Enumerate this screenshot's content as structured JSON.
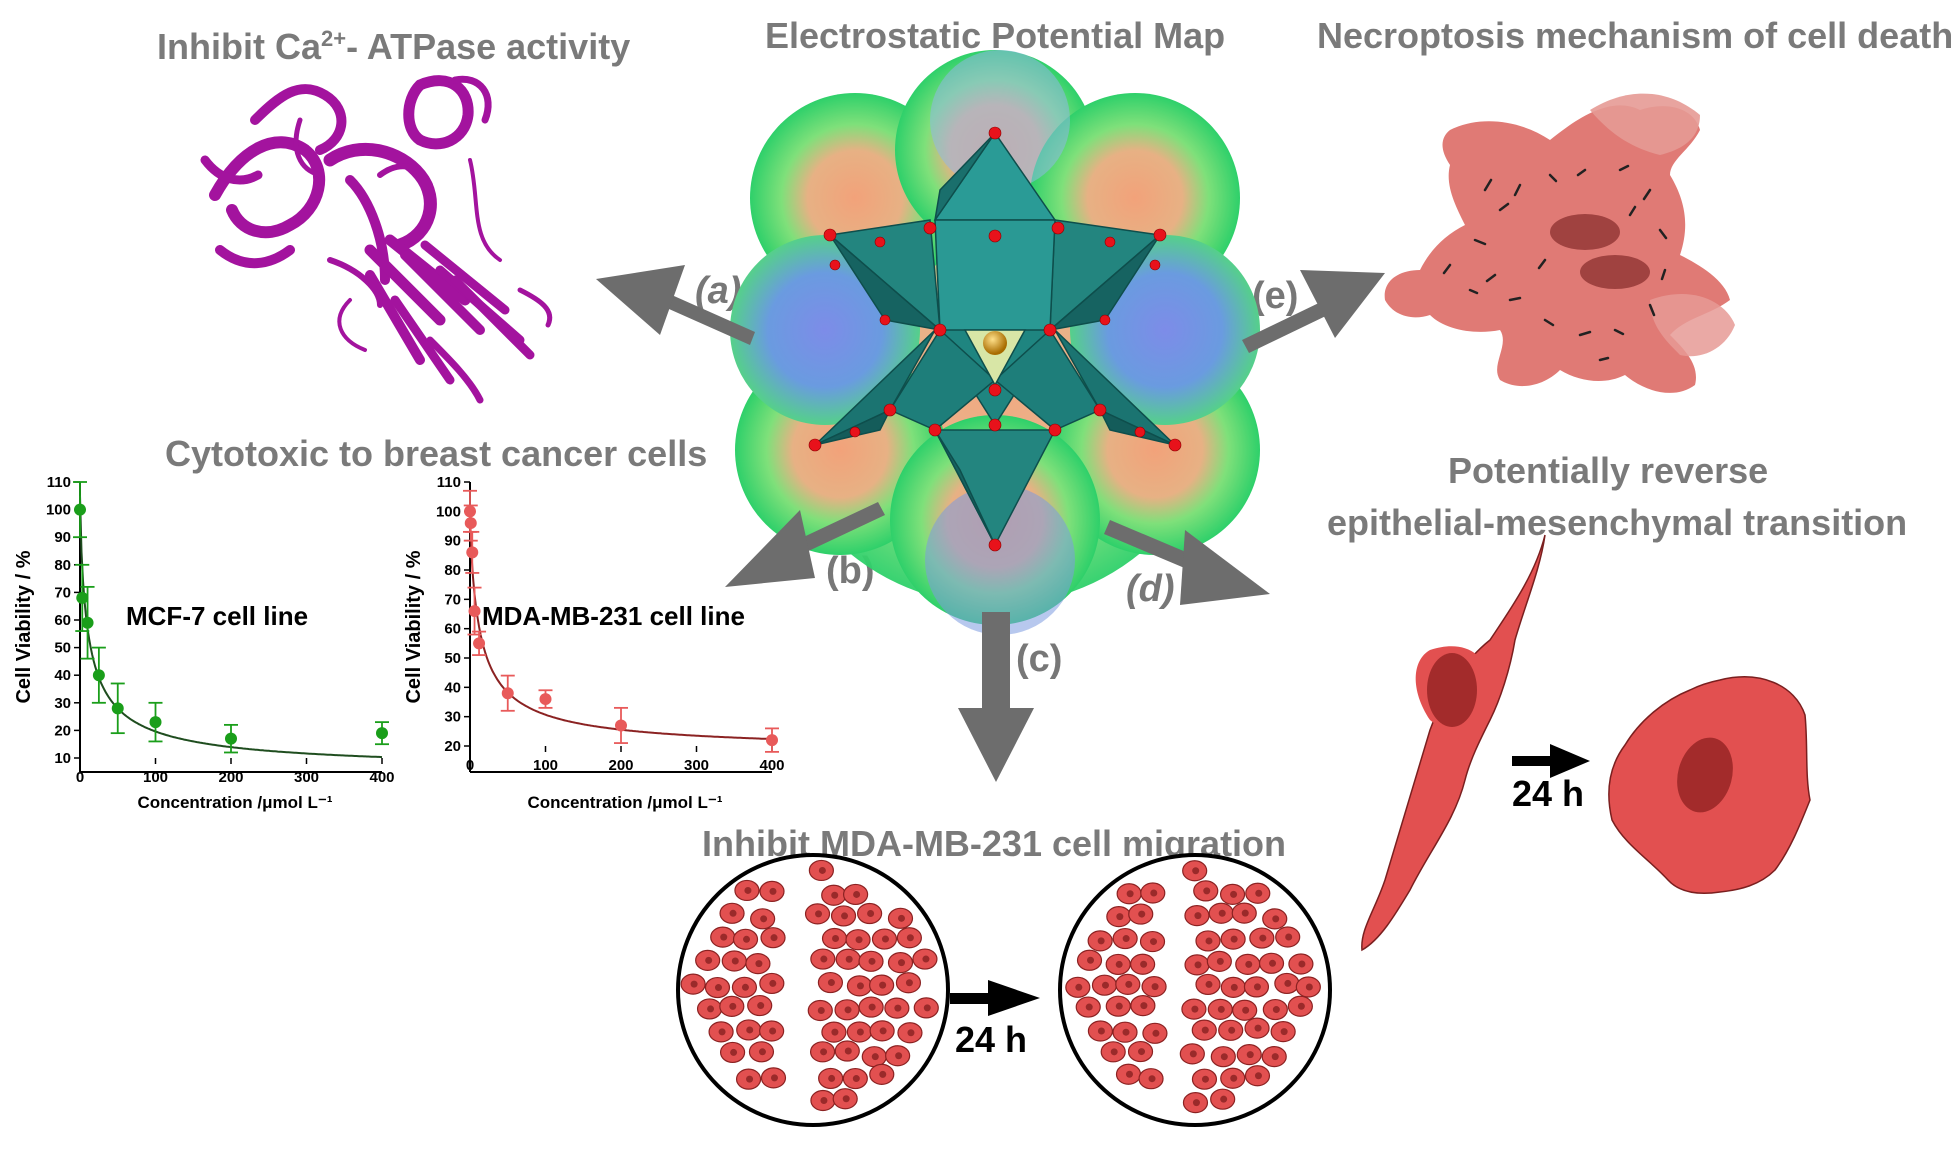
{
  "titles": {
    "center": "Electrostatic Potential Map",
    "top_left_main": "Inhibit Ca",
    "top_left_sup": "2+",
    "top_left_rest": "- ATPase activity",
    "top_right": "Necroptosis mechanism of cell death",
    "mid_left": "Cytotoxic to breast cancer cells",
    "right_line1": "Potentially reverse",
    "right_line2": "epithelial-mesenchymal transition",
    "bottom": "Inhibit MDA-MB-231 cell migration"
  },
  "arrow_labels": {
    "a": "(a)",
    "b": "(b)",
    "c": "(c)",
    "d": "(d)",
    "e": "(e)"
  },
  "time_labels": {
    "migration": "24 h",
    "emt": "24 h"
  },
  "colors": {
    "arrow": "#6d6d6d",
    "protein": "#a3139e",
    "polyhedra": "#1e8a86",
    "oxygen": "#e8121b",
    "central_atom": "#c8900e",
    "cell": "#e25050",
    "nucleus": "#a32b2b",
    "necro_cell": "#e07a75",
    "mcf7": "#1a9e1a",
    "mcf7_curve": "#1f4d1f",
    "mda": "#e85a5a",
    "mda_curve": "#8b2222"
  },
  "chart_data": [
    {
      "type": "scatter",
      "title": "MCF-7 cell line",
      "xlabel": "Concentration /μmol L⁻¹",
      "ylabel": "Cell Viability / %",
      "xlim": [
        0,
        400
      ],
      "ylim": [
        10,
        110
      ],
      "xticks": [
        "0",
        "100",
        "200",
        "300",
        "400"
      ],
      "yticks": [
        "10",
        "20",
        "30",
        "40",
        "50",
        "60",
        "70",
        "80",
        "90",
        "100",
        "110"
      ],
      "grid": false,
      "series": [
        {
          "x": [
            0,
            3,
            10,
            25,
            50,
            100,
            200,
            400
          ],
          "y": [
            100,
            68,
            59,
            40,
            28,
            23,
            17,
            19
          ],
          "error": [
            10,
            12,
            13,
            10,
            9,
            7,
            5,
            4
          ]
        }
      ]
    },
    {
      "type": "scatter",
      "title": "MDA-MB-231 cell line",
      "xlabel": "Concentration /μmol L⁻¹",
      "ylabel": "Cell Viability / %",
      "xlim": [
        0,
        400
      ],
      "ylim": [
        15,
        110
      ],
      "xticks": [
        "0",
        "100",
        "200",
        "300",
        "400"
      ],
      "yticks": [
        "20",
        "30",
        "40",
        "50",
        "60",
        "70",
        "80",
        "90",
        "100",
        "110"
      ],
      "grid": false,
      "series": [
        {
          "x": [
            0,
            1,
            3,
            6,
            12,
            50,
            100,
            200,
            400
          ],
          "y": [
            100,
            96,
            86,
            66,
            55,
            38,
            36,
            27,
            22
          ],
          "error": [
            7,
            6,
            7,
            8,
            4,
            6,
            3,
            6,
            4
          ]
        }
      ]
    }
  ]
}
